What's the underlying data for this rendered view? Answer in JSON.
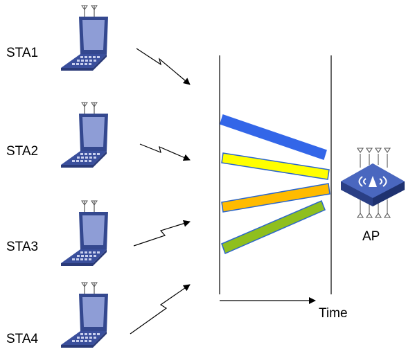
{
  "stations": [
    {
      "label": "STA1"
    },
    {
      "label": "STA2"
    },
    {
      "label": "STA3"
    },
    {
      "label": "STA4"
    }
  ],
  "access_point": {
    "label": "AP"
  },
  "time_axis": {
    "label": "Time"
  },
  "frames": [
    {
      "color": "#3366e8",
      "stroke": "#3366e8"
    },
    {
      "color": "#ffff00",
      "stroke": "#2b66cc"
    },
    {
      "color": "#ffbb00",
      "stroke": "#2b66cc"
    },
    {
      "color": "#8fbf1e",
      "stroke": "#2b66cc"
    }
  ],
  "colors": {
    "device": "#3a4f9c",
    "screen": "#8e9dd6",
    "ap_body": "#3a55a8"
  }
}
